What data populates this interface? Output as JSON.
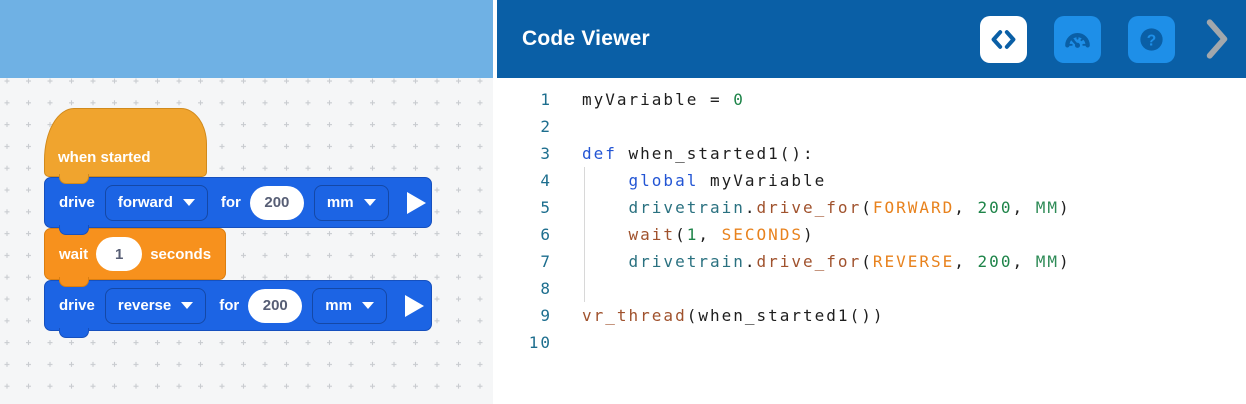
{
  "canvas": {
    "blocks": {
      "hat": {
        "label": "when started"
      },
      "drive1": {
        "verb": "drive",
        "direction": "forward",
        "for_label": "for",
        "value": "200",
        "unit": "mm"
      },
      "wait": {
        "verb": "wait",
        "value": "1",
        "suffix": "seconds"
      },
      "drive2": {
        "verb": "drive",
        "direction": "reverse",
        "for_label": "for",
        "value": "200",
        "unit": "mm"
      }
    },
    "colors": {
      "toolbar_band": "#6FB1E4",
      "hat_block": "#F0A42E",
      "wait_block": "#F7911D",
      "drive_block": "#1C64E4",
      "grid_dot": "#C9CCD0"
    }
  },
  "panel": {
    "header": {
      "title": "Code Viewer",
      "help_glyph": "?",
      "icons": [
        "code-icon",
        "dashboard-icon",
        "help-icon",
        "chevron-right-icon"
      ],
      "colors": {
        "header_bg": "#0A5FA6",
        "button_blue": "#1E8FE8",
        "active_button_bg": "#FFFFFF",
        "chevron_gray": "#A2A7AC"
      }
    },
    "code": {
      "token_colors": {
        "plain": "#1e1e1e",
        "kw": "#2355D4",
        "fn": "#A0522D",
        "obj": "#2A7180",
        "const": "#E8821D",
        "num": "#1E8449",
        "unit": "#2E8B57",
        "line_number": "#1D6E8E"
      },
      "lines": [
        {
          "num": "1",
          "tokens": [
            [
              "plain",
              "myVariable = "
            ],
            [
              "num",
              "0"
            ]
          ]
        },
        {
          "num": "2",
          "tokens": []
        },
        {
          "num": "3",
          "tokens": [
            [
              "kw",
              "def"
            ],
            [
              "plain",
              " when_started1():"
            ]
          ]
        },
        {
          "num": "4",
          "guide": true,
          "tokens": [
            [
              "plain",
              "    "
            ],
            [
              "kw",
              "global"
            ],
            [
              "plain",
              " myVariable"
            ]
          ]
        },
        {
          "num": "5",
          "guide": true,
          "tokens": [
            [
              "plain",
              "    "
            ],
            [
              "obj",
              "drivetrain"
            ],
            [
              "plain",
              "."
            ],
            [
              "fn",
              "drive_for"
            ],
            [
              "plain",
              "("
            ],
            [
              "const",
              "FORWARD"
            ],
            [
              "plain",
              ", "
            ],
            [
              "num",
              "200"
            ],
            [
              "plain",
              ", "
            ],
            [
              "unit",
              "MM"
            ],
            [
              "plain",
              ")"
            ]
          ]
        },
        {
          "num": "6",
          "guide": true,
          "tokens": [
            [
              "plain",
              "    "
            ],
            [
              "fn",
              "wait"
            ],
            [
              "plain",
              "("
            ],
            [
              "num",
              "1"
            ],
            [
              "plain",
              ", "
            ],
            [
              "const",
              "SECONDS"
            ],
            [
              "plain",
              ")"
            ]
          ]
        },
        {
          "num": "7",
          "guide": true,
          "tokens": [
            [
              "plain",
              "    "
            ],
            [
              "obj",
              "drivetrain"
            ],
            [
              "plain",
              "."
            ],
            [
              "fn",
              "drive_for"
            ],
            [
              "plain",
              "("
            ],
            [
              "const",
              "REVERSE"
            ],
            [
              "plain",
              ", "
            ],
            [
              "num",
              "200"
            ],
            [
              "plain",
              ", "
            ],
            [
              "unit",
              "MM"
            ],
            [
              "plain",
              ")"
            ]
          ]
        },
        {
          "num": "8",
          "guide": true,
          "tokens": []
        },
        {
          "num": "9",
          "tokens": [
            [
              "fn",
              "vr_thread"
            ],
            [
              "plain",
              "(when_started1())"
            ]
          ]
        },
        {
          "num": "10",
          "tokens": []
        }
      ]
    }
  }
}
